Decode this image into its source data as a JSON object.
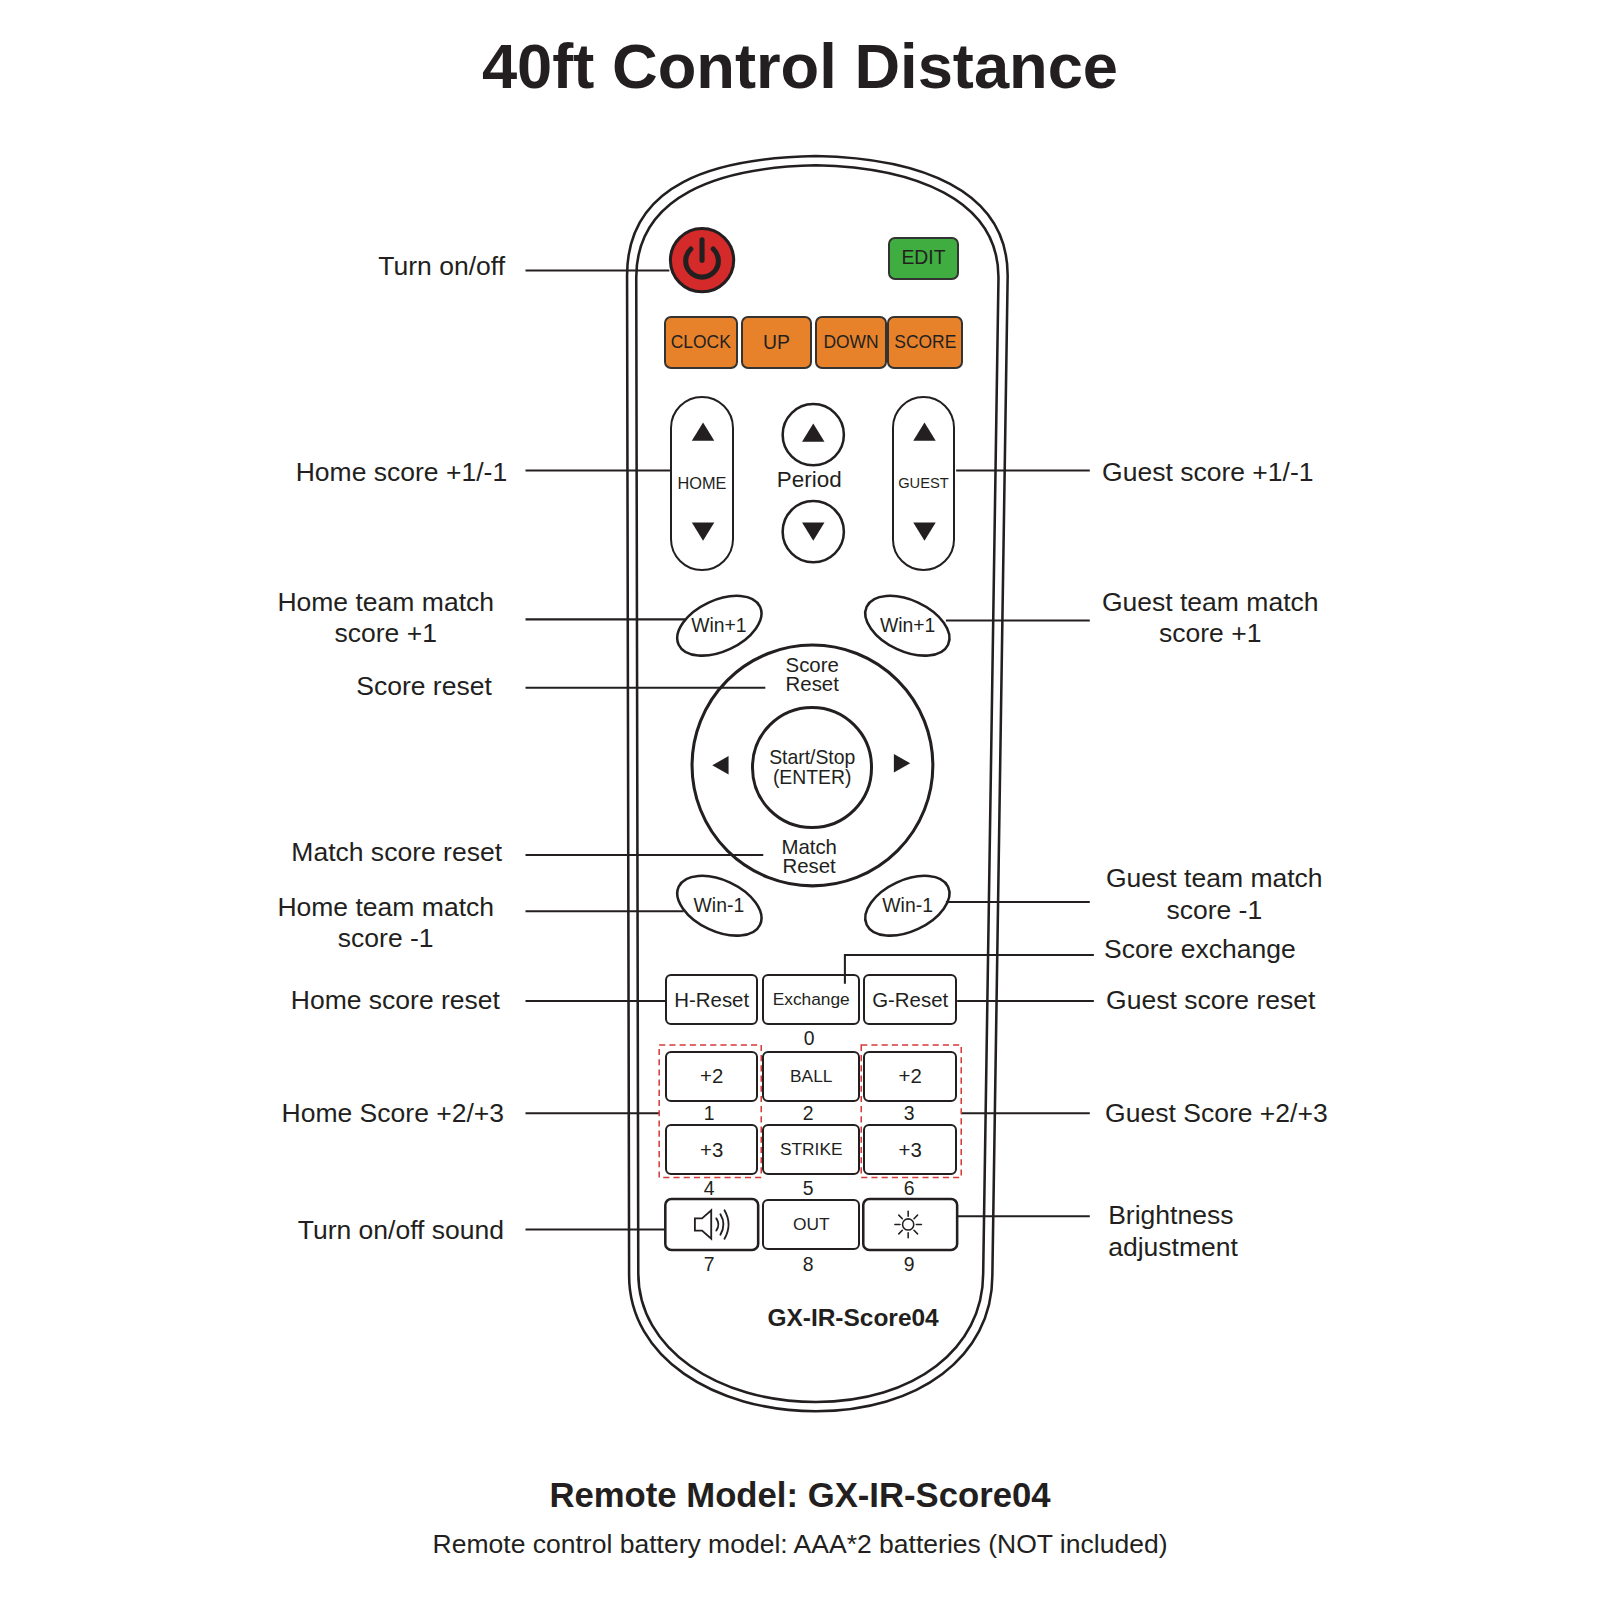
{
  "diagram": {
    "title": "40ft Control Distance",
    "caption": "Remote Model: GX-IR-Score04",
    "nodes": [
      {
        "text": [
          "GX-IR-Score04"
        ]
      },
      {
        "text": [
          "EDIT"
        ],
        "in": 0
      },
      {
        "text": [
          "CLOCK"
        ],
        "in": 0
      },
      {
        "text": [
          "UP"
        ],
        "in": 0
      },
      {
        "text": [
          "DOWN"
        ],
        "in": 0
      },
      {
        "text": [
          "SCORE"
        ],
        "in": 0
      },
      {
        "text": [
          "HOME"
        ],
        "in": 0
      },
      {
        "text": [
          "GUEST"
        ],
        "in": 0
      },
      {
        "text": [
          "Win+1"
        ],
        "in": 0
      },
      {
        "text": [
          "Win+1"
        ],
        "in": 0
      },
      {
        "text": [
          "Score Reset",
          "Match Reset"
        ],
        "in": 0
      },
      {
        "text": [
          "Start/Stop (ENTER)"
        ],
        "in": 10
      },
      {
        "text": [
          "Win-1"
        ],
        "in": 0
      },
      {
        "text": [
          "Win-1"
        ],
        "in": 0
      },
      {
        "text": [
          "H-Reset"
        ],
        "in": 0
      },
      {
        "text": [
          "Exchange"
        ],
        "in": 0
      },
      {
        "text": [
          "G-Reset"
        ],
        "in": 0
      },
      {
        "text": [
          "+2"
        ],
        "in": 0
      },
      {
        "text": [
          "BALL"
        ],
        "in": 0
      },
      {
        "text": [
          "+2"
        ],
        "in": 0
      },
      {
        "text": [
          "+3"
        ],
        "in": 0
      },
      {
        "text": [
          "STRIKE"
        ],
        "in": 0
      },
      {
        "text": [
          "+3"
        ],
        "in": 0
      },
      {
        "text": [
          "OUT"
        ],
        "in": 0
      }
    ],
    "labels": [
      "Turn on/off",
      "Home score +1/-1",
      "Guest score +1/-1",
      "Home team match score +1",
      "Guest team match score +1",
      "Score reset",
      "Period",
      "Match score reset",
      "Home team match score -1",
      "Guest team match score -1",
      "Score exchange",
      "Home score reset",
      "Guest score reset",
      "0",
      "Home Score +2/+3",
      "Guest Score +2/+3",
      "1",
      "2",
      "3",
      "4",
      "5",
      "6",
      "Turn on/off sound",
      "Brightness adjustment",
      "7",
      "8",
      "9",
      "Remote control battery model: AAA*2 batteries (NOT included)"
    ]
  }
}
